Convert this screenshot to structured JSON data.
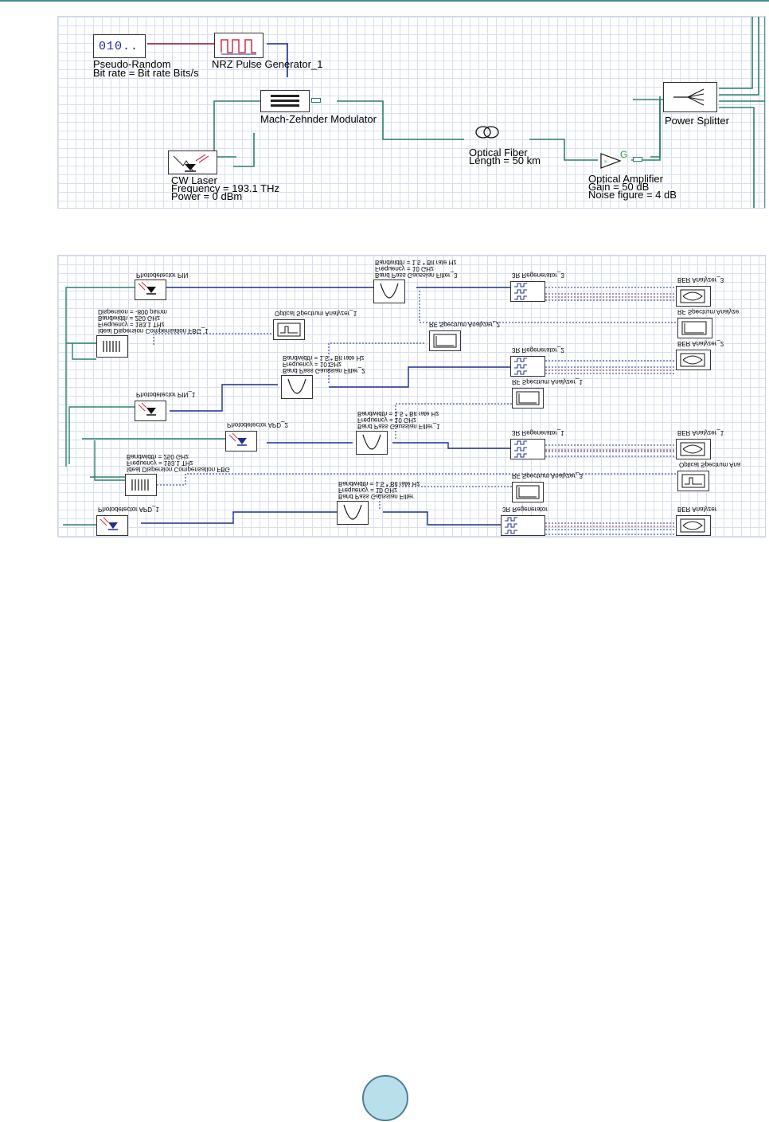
{
  "top_diagram": {
    "prbs": {
      "icon_text": "010..",
      "label_line1": "Pseudo-Random",
      "label_line2": "Bit rate = Bit rate  Bits/s"
    },
    "nrz": {
      "label": "NRZ Pulse Generator_1"
    },
    "mzm": {
      "label": "Mach-Zehnder Modulator"
    },
    "laser": {
      "line1": "CW Laser",
      "line2": "Frequency = 193.1  THz",
      "line3": "Power = 0  dBm"
    },
    "fiber": {
      "line1": "Optical Fiber",
      "line2": "Length = 50  km"
    },
    "amp": {
      "gain_symbol": "G",
      "line1": "Optical Amplifier",
      "line2": "Gain = 50  dB",
      "line3": "Noise figure = 4  dB"
    },
    "splitter": {
      "label": "Power Splitter"
    }
  },
  "bottom_diagram": {
    "pin": "Photodetector PIN",
    "pin1": "Photodetector PIN_1",
    "apd2": "Photodetector APD_2",
    "apd1": "Photodetector APD_1",
    "fbg1": {
      "line1": "Ideal Dispersion Compensation FBG_1",
      "line2": "Frequency = 193.1  THz",
      "line3": "Bandwidth = 250  GHz",
      "line4": "Dispersion = -800  ps/nm"
    },
    "fbg": {
      "line1": "Ideal Dispersion Compensation FBG",
      "line2": "Frequency = 193.1  THz",
      "line3": "Bandwidth = 250  GHz"
    },
    "filter3": {
      "line1": "Band Pass Gaussian Filter_3",
      "line2": "Frequency = 10  GHz",
      "line3": "Bandwidth = 1.5 * Bit rate  Hz"
    },
    "filter2": {
      "line1": "Band Pass Gaussian Filter_2",
      "line2": "Frequency = 10  GHz",
      "line3": "Bandwidth = 1.5 * Bit rate  Hz"
    },
    "filter1": {
      "line1": "Band Pass Gaussian Filter_1",
      "line2": "Frequency = 10  GHz",
      "line3": "Bandwidth = 1.5 * Bit rate  Hz"
    },
    "filter0": {
      "line1": "Band Pass Gaussian Filter",
      "line2": "Frequency = 10  GHz",
      "line3": "Bandwidth = 1.5 * Bit rate  Hz"
    },
    "osa1": "Optical Spectrum Analyzer_1",
    "osa": "Optical Spectrum Ana",
    "rf2": "RF Spectrum Analyzer_2",
    "rf1": "RF Spectrum Analyzer_1",
    "rf3": "RF Spectrum Analyzer_3",
    "rf": "RF Spectrum Analyze",
    "reg3": "3R Regenerator_3",
    "reg2": "3R Regenerator_2",
    "reg1": "3R Regenerator_1",
    "reg0": "3R Regenerator",
    "ber3": "BER Analyzer_3",
    "ber2": "BER Analyzer_2",
    "ber1": "BER Analyzer_1",
    "ber0": "BER Analyzer"
  },
  "colors": {
    "wire_green": "#2e7f6e",
    "wire_blue": "#1e2f8c",
    "wire_red": "#8b1a2b",
    "grid": "#d7dff0",
    "page_circle": "#b9e0ea"
  }
}
